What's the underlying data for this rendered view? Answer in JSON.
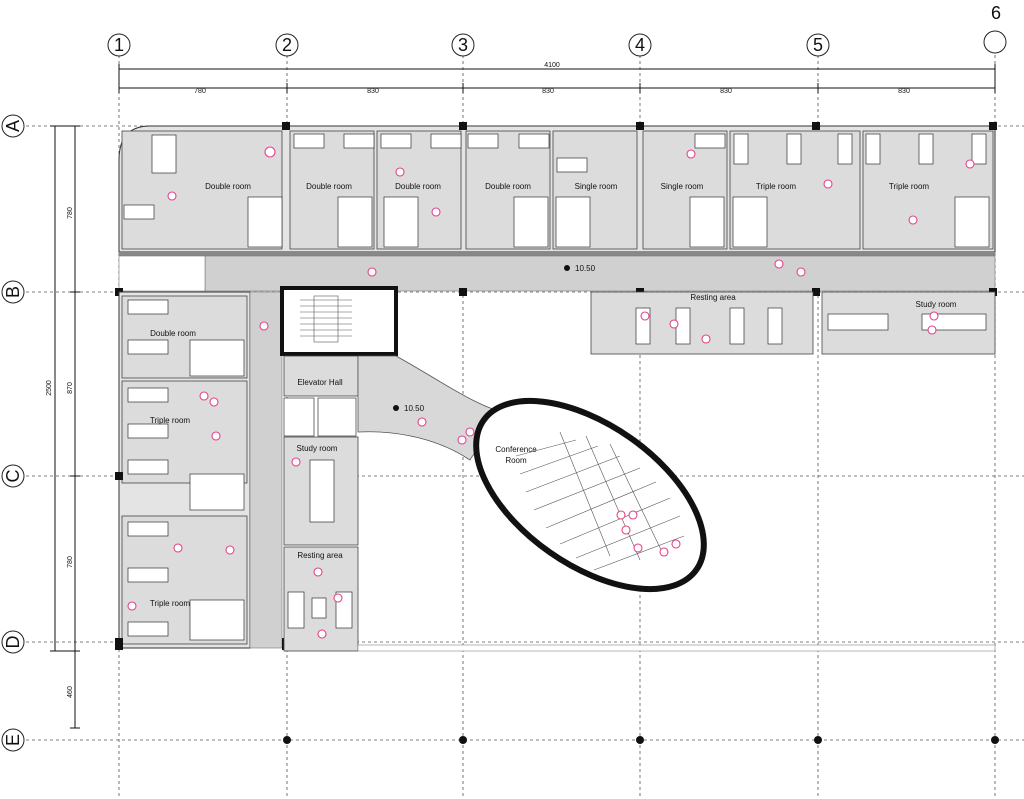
{
  "axes": {
    "columns": [
      "1",
      "2",
      "3",
      "4",
      "5",
      "6"
    ],
    "rows": [
      "A",
      "B",
      "C",
      "D",
      "E"
    ]
  },
  "dimensions": {
    "overall_width": "4100",
    "bays": [
      "780",
      "830",
      "830",
      "830",
      "830"
    ],
    "overall_height": "2500",
    "row_spacings": [
      "780",
      "870",
      "780",
      "460"
    ]
  },
  "levels": [
    "10.50",
    "10.50"
  ],
  "rooms": {
    "top_row": [
      "Double room",
      "Double room",
      "Double room",
      "Double room",
      "Single room",
      "Single room",
      "Triple room",
      "Triple room"
    ],
    "west_wing": [
      "Double room",
      "Triple room",
      "Triple room"
    ],
    "core": {
      "elevator_hall": "Elevator Hall",
      "study_room": "Study room",
      "resting_area": "Resting area"
    },
    "east": {
      "resting_area": "Resting area",
      "study_room": "Study room"
    },
    "conference_line1": "Conference",
    "conference_line2": "Room"
  },
  "colors": {
    "room_fill": "#dcdcdc",
    "corridor_fill": "#d0d0d0",
    "people_accent": "#e4428a"
  }
}
